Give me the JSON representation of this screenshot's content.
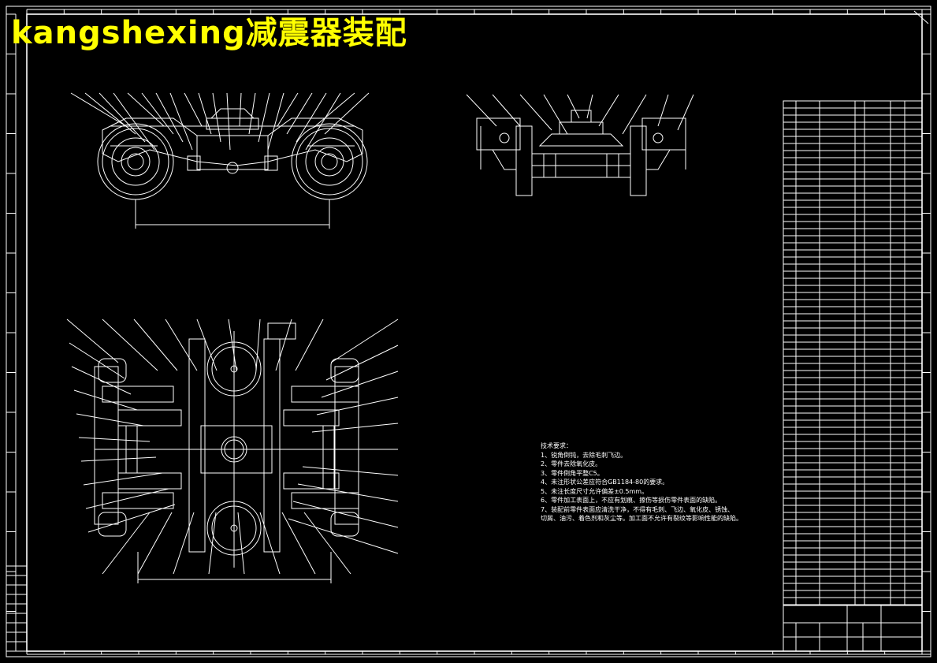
{
  "drawing": {
    "title_banner": "kangshexing减震器装配",
    "tech_notes": {
      "heading": "技术要求：",
      "items": [
        "1、锐角倒钝，去除毛刺飞边。",
        "2、零件去除氧化皮。",
        "3、零件倒角平整C5。",
        "4、未注形状公差应符合GB1184-80的要求。",
        "5、未注长度尺寸允许偏差±0.5mm。",
        "6、零件加工表面上，不应有划痕、擦伤等损伤零件表面的缺陷。",
        "7、装配前零件表面应清洗干净，不得有毛刺、飞边、氧化皮、锈蚀、",
        "   切屑、油污、着色剂和灰尘等。加工面不允许有裂纹等影响性能的缺陷。"
      ]
    },
    "colors": {
      "background": "#000000",
      "lines": "#ffffff",
      "banner": "#ffff00"
    }
  }
}
